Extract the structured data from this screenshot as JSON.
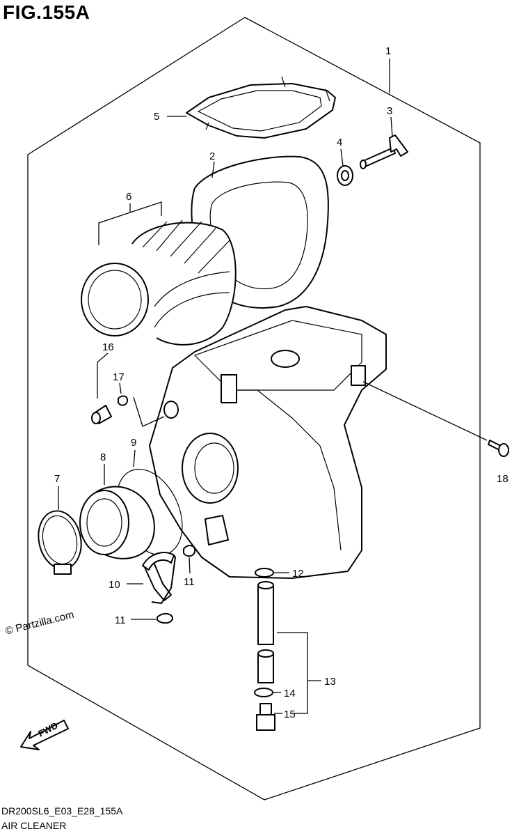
{
  "figure": {
    "title": "FIG.155A",
    "code": "DR200SL6_E03_E28_155A",
    "name": "AIR CLEANER",
    "watermark": "© Partzilla.com",
    "direction_mark": "FWD"
  },
  "callouts": [
    {
      "id": "1",
      "label": "1"
    },
    {
      "id": "2",
      "label": "2"
    },
    {
      "id": "3",
      "label": "3"
    },
    {
      "id": "4",
      "label": "4"
    },
    {
      "id": "5",
      "label": "5"
    },
    {
      "id": "6",
      "label": "6"
    },
    {
      "id": "7",
      "label": "7"
    },
    {
      "id": "8",
      "label": "8"
    },
    {
      "id": "9",
      "label": "9"
    },
    {
      "id": "10",
      "label": "10"
    },
    {
      "id": "11a",
      "label": "11"
    },
    {
      "id": "11b",
      "label": "11"
    },
    {
      "id": "12",
      "label": "12"
    },
    {
      "id": "13",
      "label": "13"
    },
    {
      "id": "14",
      "label": "14"
    },
    {
      "id": "15",
      "label": "15"
    },
    {
      "id": "16",
      "label": "16"
    },
    {
      "id": "17",
      "label": "17"
    },
    {
      "id": "18",
      "label": "18"
    }
  ]
}
